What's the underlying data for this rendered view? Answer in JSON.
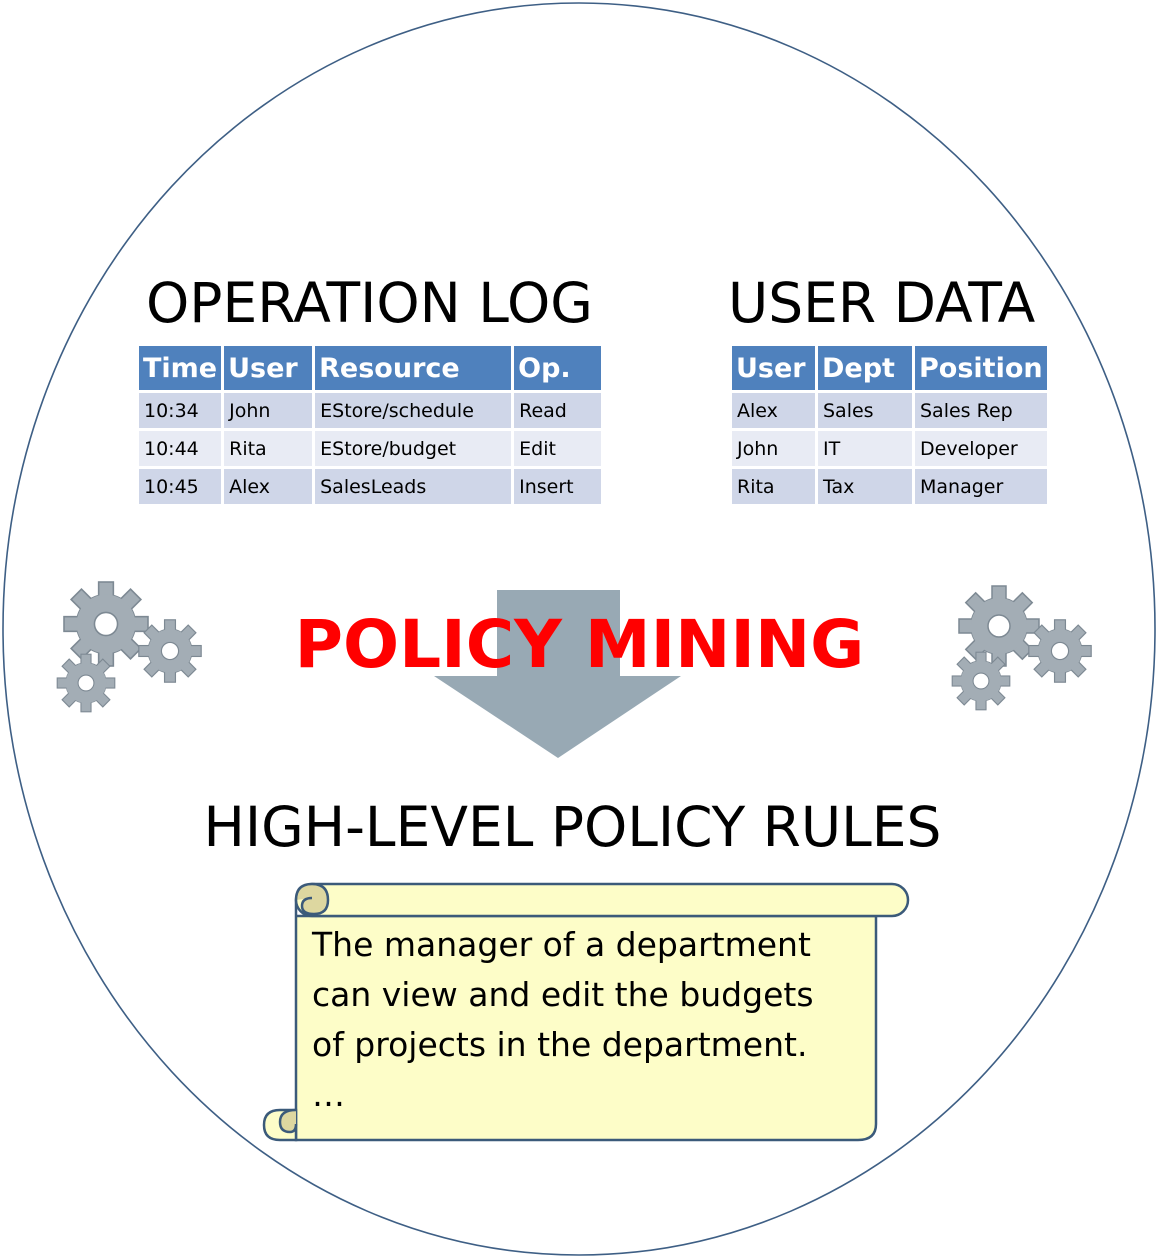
{
  "operation_log": {
    "title": "OPERATION LOG",
    "columns": [
      "Time",
      "User",
      "Resource",
      "Op."
    ],
    "rows": [
      [
        "10:34",
        "John",
        "EStore/schedule",
        "Read"
      ],
      [
        "10:44",
        "Rita",
        "EStore/budget",
        "Edit"
      ],
      [
        "10:45",
        "Alex",
        "SalesLeads",
        "Insert"
      ]
    ]
  },
  "user_data": {
    "title": "USER DATA",
    "columns": [
      "User",
      "Dept",
      "Position"
    ],
    "rows": [
      [
        "Alex",
        "Sales",
        "Sales Rep"
      ],
      [
        "John",
        "IT",
        "Developer"
      ],
      [
        "Rita",
        "Tax",
        "Manager"
      ]
    ]
  },
  "process": {
    "label": "POLICY MINING",
    "label_color": "#ff0000",
    "arrow_color": "#98a9b4",
    "gear_color": "#a3adb5"
  },
  "output": {
    "title": "HIGH-LEVEL POLICY RULES",
    "rule_lines": [
      "The manager of a department",
      "can view and edit the budgets",
      "of projects in the department.",
      "…"
    ],
    "scroll_fill": "#fdfdc8",
    "scroll_stroke": "#3b5a7a"
  },
  "colors": {
    "circle_stroke": "#3e5f85",
    "table_header": "#4f81bd",
    "table_row_odd": "#cfd6e8",
    "table_row_even": "#e8ebf4"
  }
}
